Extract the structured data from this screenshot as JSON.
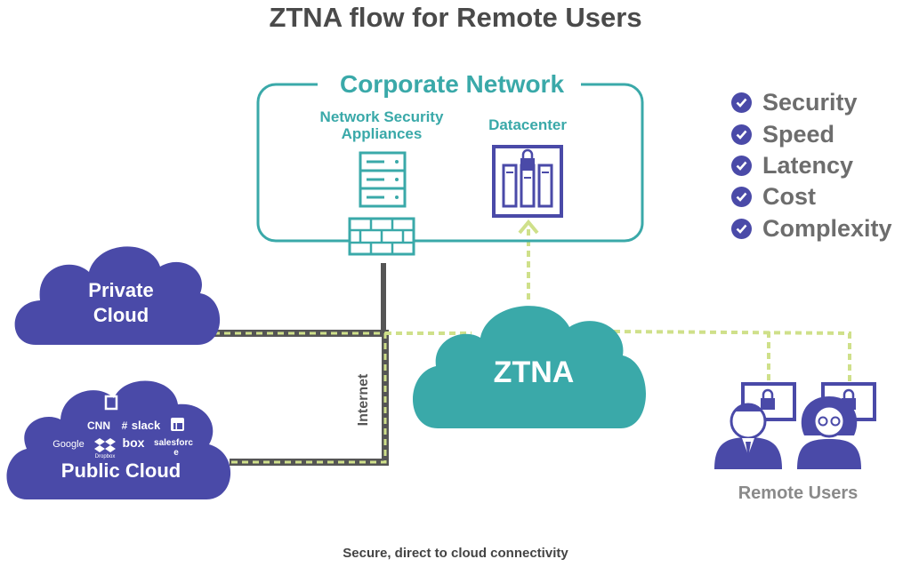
{
  "title": "ZTNA flow for Remote Users",
  "corporate_network": {
    "label": "Corporate Network",
    "appliances_label_line1": "Network Security",
    "appliances_label_line2": "Appliances",
    "datacenter_label": "Datacenter"
  },
  "benefits": [
    "Security",
    "Speed",
    "Latency",
    "Cost",
    "Complexity"
  ],
  "private_cloud": {
    "line1": "Private",
    "line2": "Cloud"
  },
  "public_cloud": {
    "label": "Public Cloud",
    "logos": [
      "CNN",
      "slack",
      "Google",
      "Dropbox",
      "box",
      "salesforc",
      "e"
    ]
  },
  "internet_label": "Internet",
  "ztna_label": "ZTNA",
  "remote_users_label": "Remote Users",
  "caption": "Secure, direct to cloud connectivity",
  "colors": {
    "teal": "#3aa9a9",
    "indigo": "#4a4aa8",
    "lime": "#cfe08a",
    "gray_line": "#555555"
  }
}
